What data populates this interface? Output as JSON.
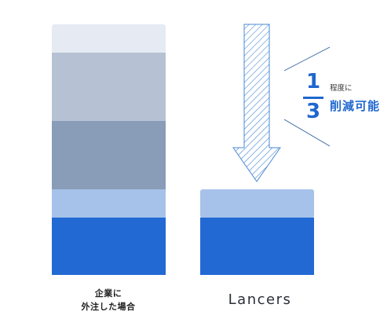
{
  "colors": {
    "seg_top": "#e6eaf2",
    "seg_2": "#b6c2d4",
    "seg_3": "#899cb8",
    "seg_light_blue": "#a6c2ea",
    "seg_blue": "#2269d3",
    "arrow": "#4a88d4",
    "accent": "#1f67cf"
  },
  "left_bar": {
    "label_line1": "企業に",
    "label_line2": "外注した場合"
  },
  "right_bar": {
    "brand": "Lancers"
  },
  "reduction": {
    "numerator": "1",
    "denominator": "3",
    "small_text": "程度に",
    "big_text": "削減可能"
  }
}
